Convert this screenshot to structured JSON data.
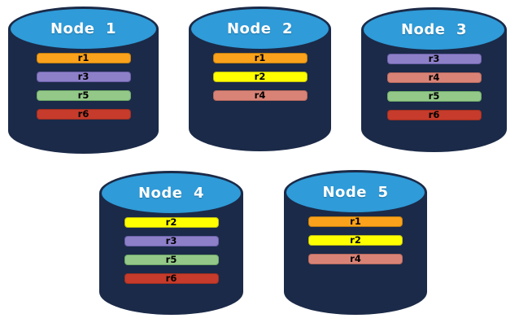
{
  "background_color": "#FFFFFF",
  "cylinder": {
    "body_color": "#1B2A48",
    "top_color": "#2F9BD8",
    "top_border_color": "#1B2A48",
    "title_color": "#FFFFFF"
  },
  "bar_text_color": "#000000",
  "replica_colors": {
    "r1": {
      "fill": "#FAA21B",
      "border": "#BF7E10"
    },
    "r2": {
      "fill": "#FFFF00",
      "border": "#BDBD11"
    },
    "r3": {
      "fill": "#8D80C8",
      "border": "#6B5FA8"
    },
    "r4": {
      "fill": "#D98377",
      "border": "#B5685D"
    },
    "r5": {
      "fill": "#93C888",
      "border": "#6FA968"
    },
    "r6": {
      "fill": "#C63B2B",
      "border": "#9E2F22"
    }
  },
  "nodes": [
    {
      "title": "Node  1",
      "replicas": [
        "r1",
        "r3",
        "r5",
        "r6"
      ]
    },
    {
      "title": "Node  2",
      "replicas": [
        "r1",
        "r2",
        "r4"
      ]
    },
    {
      "title": "Node  3",
      "replicas": [
        "r3",
        "r4",
        "r5",
        "r6"
      ]
    },
    {
      "title": "Node  4",
      "replicas": [
        "r2",
        "r3",
        "r5",
        "r6"
      ]
    },
    {
      "title": "Node  5",
      "replicas": [
        "r1",
        "r2",
        "r4"
      ]
    }
  ]
}
